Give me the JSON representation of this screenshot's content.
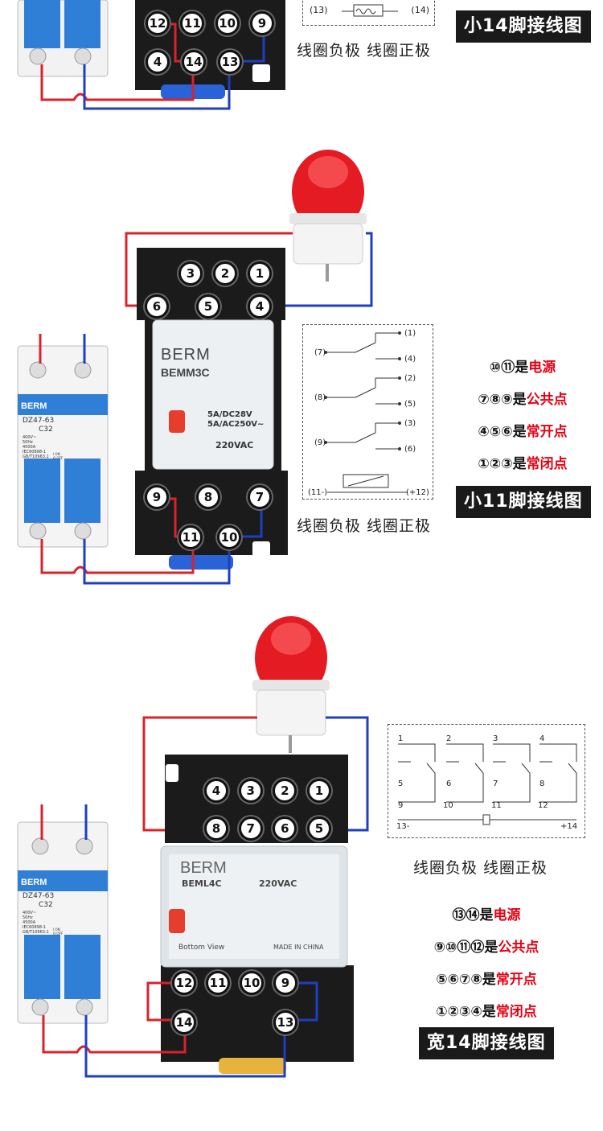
{
  "colors": {
    "power_red": "#e60012",
    "wire_red": "#d8232a",
    "wire_blue": "#1e3fbf",
    "breaker_blue": "#2f7fd6",
    "socket_black": "#1b1b1b",
    "badge_bg": "#1a1a1a"
  },
  "section1": {
    "title": "小14脚接线图",
    "coil_caption": "线圈负极  线圈正极",
    "schematic": {
      "left": "(13)",
      "right": "(14)"
    },
    "terminals_top": [
      "12",
      "11",
      "10",
      "9"
    ],
    "terminals_bottom": [
      "4",
      "14",
      "13"
    ]
  },
  "section2": {
    "title": "小11脚接线图",
    "coil_caption": "线圈负极  线圈正极",
    "breaker": {
      "brand": "BERM",
      "model": "DZ47-63",
      "rating": "C32",
      "spec1": "400V~",
      "spec2": "50Hz",
      "spec3": "4500A",
      "std1": "IEC60898-1",
      "std2": "GB/T10963.1",
      "on": "I ON",
      "off": "O OFF"
    },
    "relay": {
      "brand": "BERM",
      "model": "BEMM3C",
      "rating1": "5A/DC28V",
      "rating2": "5A/AC250V~",
      "coil": "220VAC"
    },
    "terminals_top": [
      "3",
      "2",
      "1"
    ],
    "terminals_mid": [
      "6",
      "5",
      "4"
    ],
    "terminals_bottom_top": [
      "9",
      "8",
      "7"
    ],
    "terminals_bottom": [
      "11",
      "10"
    ],
    "schematic": {
      "labels": [
        "(7)",
        "(8)",
        "(9)",
        "(1)",
        "(4)",
        "(2)",
        "(5)",
        "(3)",
        "(6)",
        "(11-)",
        "(+12)"
      ]
    },
    "legend": [
      {
        "nums": "⑩⑪是",
        "text": "电源"
      },
      {
        "nums": "⑦⑧⑨是",
        "text": "公共点"
      },
      {
        "nums": "④⑤⑥是",
        "text": "常开点"
      },
      {
        "nums": "①②③是",
        "text": "常闭点"
      }
    ]
  },
  "section3": {
    "title": "宽14脚接线图",
    "coil_caption": "线圈负极  线圈正极",
    "breaker": {
      "brand": "BERM",
      "model": "DZ47-63",
      "rating": "C32",
      "spec1": "400V~",
      "spec2": "50Hz",
      "spec3": "4500A",
      "std1": "IEC60898-1",
      "std2": "GB/T10963.1",
      "on": "I ON",
      "off": "O OFF"
    },
    "relay": {
      "brand": "BERM",
      "model": "BEML4C",
      "coil": "220VAC",
      "bottom_view": "Bottom View",
      "made_in": "MADE IN CHINA"
    },
    "terminals_top": [
      "4",
      "3",
      "2",
      "1"
    ],
    "terminals_mid": [
      "8",
      "7",
      "6",
      "5"
    ],
    "terminals_bottom_top": [
      "12",
      "11",
      "10",
      "9"
    ],
    "terminals_bottom": [
      "14",
      "13"
    ],
    "schematic": {
      "top": [
        "1",
        "2",
        "3",
        "4"
      ],
      "mid": [
        "5",
        "6",
        "7",
        "8"
      ],
      "bot": [
        "9",
        "10",
        "11",
        "12"
      ],
      "coil_left": "13-",
      "coil_right": "+14"
    },
    "legend": [
      {
        "nums": "⑬⑭是",
        "text": "电源"
      },
      {
        "nums": "⑨⑩⑪⑫是",
        "text": "公共点"
      },
      {
        "nums": "⑤⑥⑦⑧是",
        "text": "常开点"
      },
      {
        "nums": "①②③④是",
        "text": "常闭点"
      }
    ]
  }
}
